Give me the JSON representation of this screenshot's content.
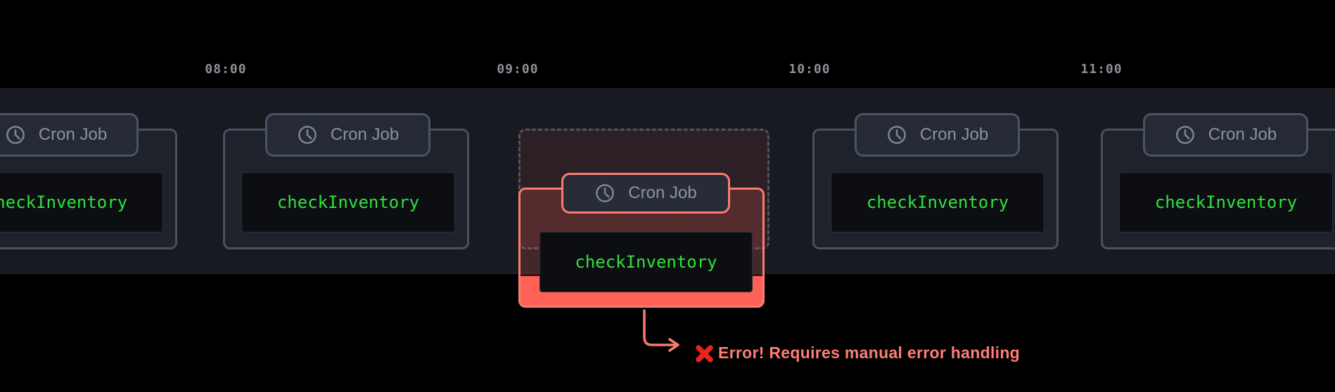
{
  "timeline": {
    "times": [
      "08:00",
      "09:00",
      "10:00",
      "11:00"
    ]
  },
  "cards": [
    {
      "tab": "Cron Job",
      "function": "checkInventory",
      "state": "completed"
    },
    {
      "tab": "Cron Job",
      "function": "checkInventory",
      "state": "completed"
    },
    {
      "tab": "Cron Job",
      "function": "checkInventory",
      "state": "error"
    },
    {
      "tab": "Cron Job",
      "function": "checkInventory",
      "state": "completed"
    },
    {
      "tab": "Cron Job",
      "function": "checkInventory",
      "state": "completed"
    }
  ],
  "error_annotation": {
    "icon": "cross-mark",
    "message": "Error! Requires manual error handling"
  },
  "colors": {
    "background": "#000000",
    "timeline_band": "#171a21",
    "card_fill": "#1e222b",
    "card_border": "#49505f",
    "tab_fill": "#252a34",
    "tab_border": "#4a5366",
    "tab_text": "#8a92a6",
    "code_fill": "#0c0e12",
    "code_text_green": "#30e23c",
    "time_text": "#8e909a",
    "error_border": "#f97d6f",
    "error_fill_bright": "#ff6157",
    "error_text": "#ff7d72",
    "cross_red": "#e6251c"
  }
}
